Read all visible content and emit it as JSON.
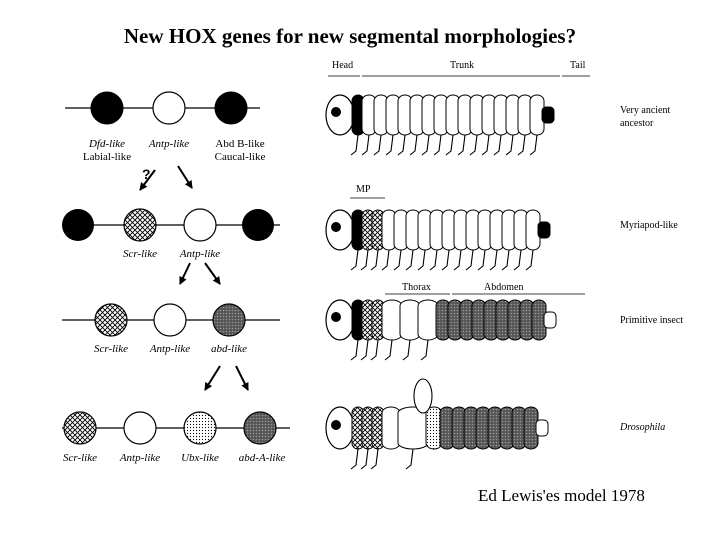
{
  "title": "New HOX genes for new segmental morphologies?",
  "credit": "Ed Lewis'es model 1978",
  "regions": {
    "head": "Head",
    "trunk": "Trunk",
    "tail": "Tail",
    "mp": "MP",
    "thorax": "Thorax",
    "abdomen": "Abdomen"
  },
  "question_mark": "?",
  "rows": [
    {
      "organism": [
        "Very ancient",
        "ancestor"
      ],
      "genes": [
        {
          "label": [
            "Dfd-like",
            "Labial-like"
          ],
          "fill": "black"
        },
        {
          "label": [
            "Antp-like"
          ],
          "fill": "white"
        },
        {
          "label": [
            "Abd B-like",
            "Caucal-like"
          ],
          "fill": "black"
        }
      ]
    },
    {
      "organism": [
        "Myriapod-like"
      ],
      "genes": [
        {
          "label": [
            ""
          ],
          "fill": "black"
        },
        {
          "label": [
            "Scr-like"
          ],
          "fill": "crosshatch"
        },
        {
          "label": [
            "Antp-like"
          ],
          "fill": "white"
        },
        {
          "label": [
            ""
          ],
          "fill": "black"
        }
      ]
    },
    {
      "organism": [
        "Primitive insect"
      ],
      "genes": [
        {
          "label": [
            "Scr-like"
          ],
          "fill": "crosshatch"
        },
        {
          "label": [
            "Antp-like"
          ],
          "fill": "white"
        },
        {
          "label": [
            "abd-like"
          ],
          "fill": "darkgray"
        }
      ]
    },
    {
      "organism": [
        "Drosophila"
      ],
      "genes": [
        {
          "label": [
            "Scr-like"
          ],
          "fill": "crosshatch"
        },
        {
          "label": [
            "Antp-like"
          ],
          "fill": "white"
        },
        {
          "label": [
            "Ubx-like"
          ],
          "fill": "dotted"
        },
        {
          "label": [
            "abd-A-like"
          ],
          "fill": "darkgray"
        }
      ]
    }
  ]
}
